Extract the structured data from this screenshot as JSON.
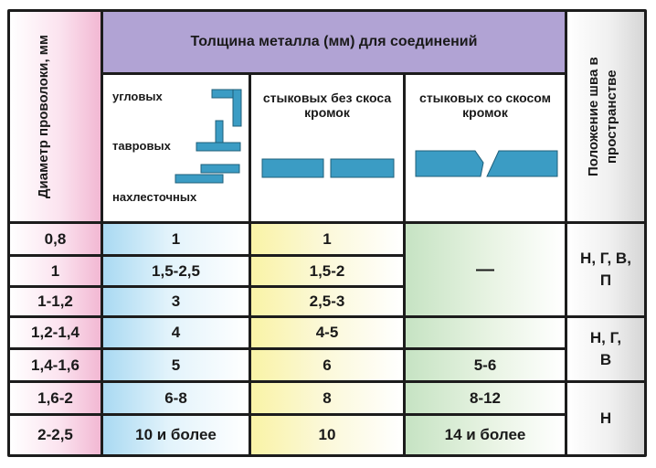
{
  "header": {
    "wire_diameter": "Диаметр проволоки, мм",
    "metal_thickness": "Толщина металла (мм) для соединений",
    "position": "Положение шва в пространстве",
    "col_corner": "угловых",
    "col_tee": "тавровых",
    "col_lap": "нахлесточных",
    "col_butt_no_bevel": "стыковых без скоса кромок",
    "col_butt_bevel": "стыковых со скосом кромок"
  },
  "rows": [
    {
      "diameter": "0,8",
      "corner": "1",
      "butt": "1",
      "bevel": ""
    },
    {
      "diameter": "1",
      "corner": "1,5-2,5",
      "butt": "1,5-2",
      "bevel": ""
    },
    {
      "diameter": "1-1,2",
      "corner": "3",
      "butt": "2,5-3",
      "bevel": ""
    },
    {
      "diameter": "1,2-1,4",
      "corner": "4",
      "butt": "4-5",
      "bevel": ""
    },
    {
      "diameter": "1,4-1,6",
      "corner": "5",
      "butt": "6",
      "bevel": "5-6"
    },
    {
      "diameter": "1,6-2",
      "corner": "6-8",
      "butt": "8",
      "bevel": "8-12"
    },
    {
      "diameter": "2-2,5",
      "corner": "10 и более",
      "butt": "10",
      "bevel": "14 и более"
    }
  ],
  "merged": {
    "bevel_dash": "—",
    "pos_1": "Н, Г, В, П",
    "pos_2": "Н, Г, В",
    "pos_3": "Н"
  },
  "colors": {
    "header_purple": "#b1a3d4",
    "plate_blue": "#3b9cc4",
    "border": "#1c1c1c"
  },
  "icons": [
    "corner-joint-icon",
    "tee-joint-icon",
    "lap-joint-icon",
    "butt-joint-icon",
    "bevel-butt-joint-icon"
  ]
}
